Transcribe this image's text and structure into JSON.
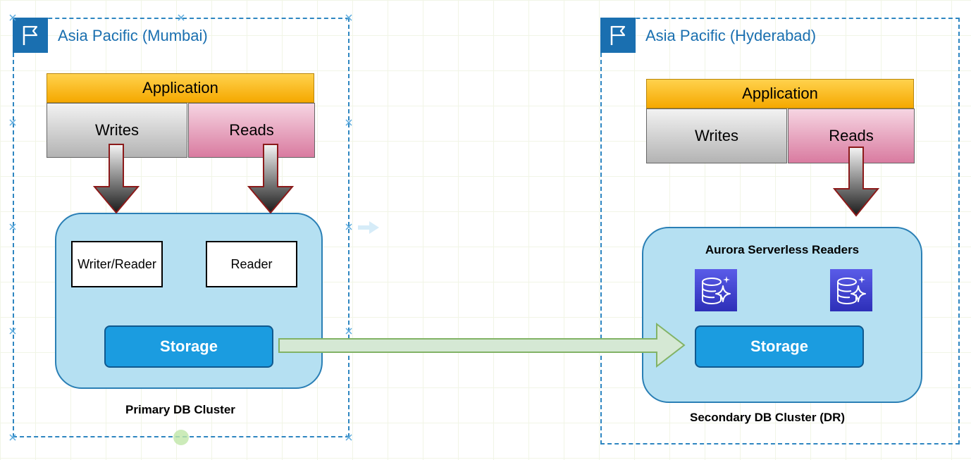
{
  "regions": [
    {
      "name": "Asia Pacific (Mumbai)",
      "icon": "flag-icon"
    },
    {
      "name": "Asia Pacific (Hyderabad)",
      "icon": "flag-icon"
    }
  ],
  "primary": {
    "application": "Application",
    "writes": "Writes",
    "reads": "Reads",
    "writer_reader": "Writer/Reader",
    "reader": "Reader",
    "storage": "Storage",
    "caption": "Primary DB Cluster"
  },
  "secondary": {
    "application": "Application",
    "writes": "Writes",
    "reads": "Reads",
    "readers_title": "Aurora Serverless Readers",
    "storage": "Storage",
    "caption": "Secondary DB Cluster (DR)",
    "reader_icons": [
      "database-sparkle-icon",
      "database-sparkle-icon"
    ]
  },
  "colors": {
    "region_border": "#2e86c1",
    "application": "#f5a800",
    "writes": "#b3b3b3",
    "reads": "#d97ba0",
    "cluster": "#b5e0f2",
    "storage": "#1b9ce0",
    "replication_arrow": "#d5e8d4",
    "db_icon": "#3b3dd0"
  }
}
